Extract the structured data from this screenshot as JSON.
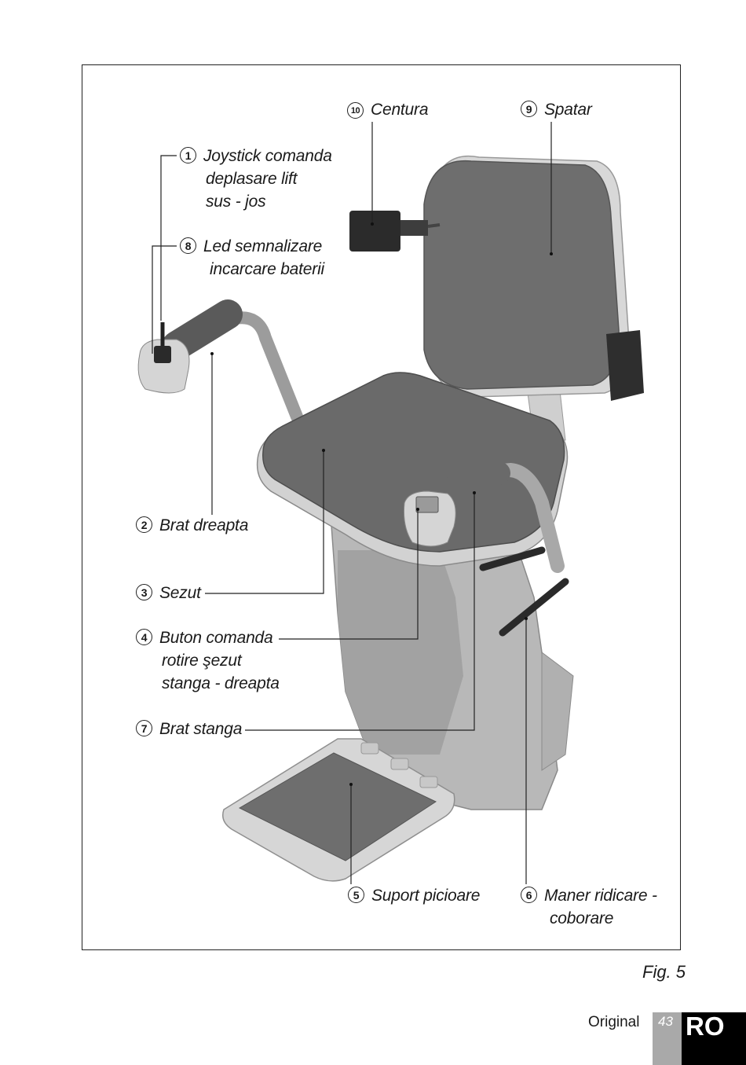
{
  "callouts": [
    {
      "num": "1",
      "lines": [
        "Joystick comanda",
        "deplasare lift",
        "sus - jos"
      ]
    },
    {
      "num": "8",
      "lines": [
        "Led semnalizare",
        "incarcare baterii"
      ]
    },
    {
      "num": "10",
      "lines": [
        "Centura"
      ]
    },
    {
      "num": "9",
      "lines": [
        "Spatar"
      ]
    },
    {
      "num": "2",
      "lines": [
        "Brat dreapta"
      ]
    },
    {
      "num": "3",
      "lines": [
        "Sezut"
      ]
    },
    {
      "num": "4",
      "lines": [
        "Buton comanda",
        "rotire şezut",
        "stanga - dreapta"
      ]
    },
    {
      "num": "7",
      "lines": [
        "Brat stanga"
      ]
    },
    {
      "num": "5",
      "lines": [
        "Suport picioare"
      ]
    },
    {
      "num": "6",
      "lines": [
        "Maner ridicare -",
        "coborare"
      ]
    }
  ],
  "figure_caption": "Fig. 5",
  "footer": {
    "original": "Original",
    "page_number": "43",
    "language": "RO"
  }
}
